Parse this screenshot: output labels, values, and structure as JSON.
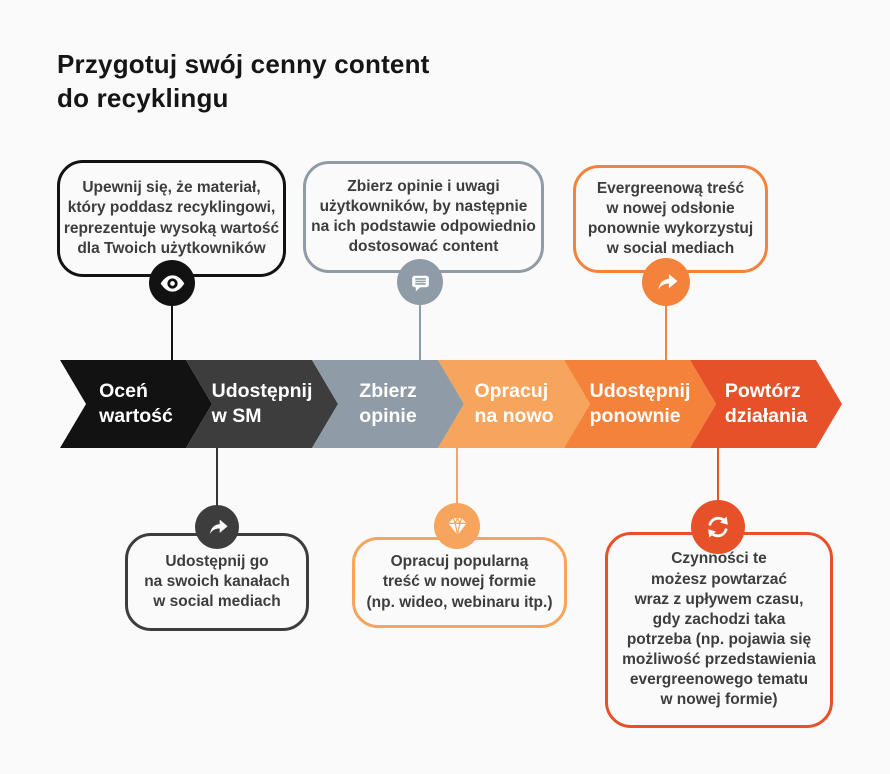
{
  "title": "Przygotuj swój cenny content\ndo recyklingu",
  "colors": {
    "background": "#fafafa",
    "step_black": "#121212",
    "step_dark_gray": "#3d3d3d",
    "step_gray_blue": "#8f9ba6",
    "step_light_orange": "#f7a45c",
    "step_orange": "#f5823a",
    "step_red_orange": "#e7512a",
    "body_text": "#3d3d3d",
    "step_text": "#ffffff"
  },
  "steps": [
    {
      "label": "Oceń\nwartość",
      "color": "#121212"
    },
    {
      "label": "Udostępnij\nw SM",
      "color": "#3d3d3d"
    },
    {
      "label": "Zbierz\nopinie",
      "color": "#8f9ba6"
    },
    {
      "label": "Opracuj\nna nowo",
      "color": "#f7a45c"
    },
    {
      "label": "Udostępnij\nponownie",
      "color": "#f5823a"
    },
    {
      "label": "Powtórz\ndziałania",
      "color": "#e7512a"
    }
  ],
  "callouts_top": [
    {
      "text": "Upewnij się, że materiał,\nktóry poddasz recyklingowi,\nreprezentuje wysoką wartość\ndla Twoich użytkowników",
      "icon": "eye-icon",
      "color": "#121212"
    },
    {
      "text": "Zbierz opinie i uwagi\nużytkowników, by następnie\nna ich podstawie odpowiednio\ndostosować content",
      "icon": "chat-icon",
      "color": "#8f9ba6"
    },
    {
      "text": "Evergreenową treść\nw nowej odsłonie\nponownie wykorzystuj\nw social mediach",
      "icon": "share-icon",
      "color": "#f5823a"
    }
  ],
  "callouts_bottom": [
    {
      "text": "Udostępnij go\nna swoich kanałach\nw social mediach",
      "icon": "share-icon",
      "color": "#3d3d3d"
    },
    {
      "text": "Opracuj popularną\ntreść w nowej formie\n(np. wideo, webinaru itp.)",
      "icon": "diamond-icon",
      "color": "#f7a45c"
    },
    {
      "text": "Czynności te\nmożesz powtarzać\nwraz z upływem czasu,\ngdy zachodzi taka\npotrzeba (np. pojawia się\nmożliwość przedstawienia\nevergreenowego tematu\nw nowej formie)",
      "icon": "refresh-icon",
      "color": "#e7512a"
    }
  ]
}
